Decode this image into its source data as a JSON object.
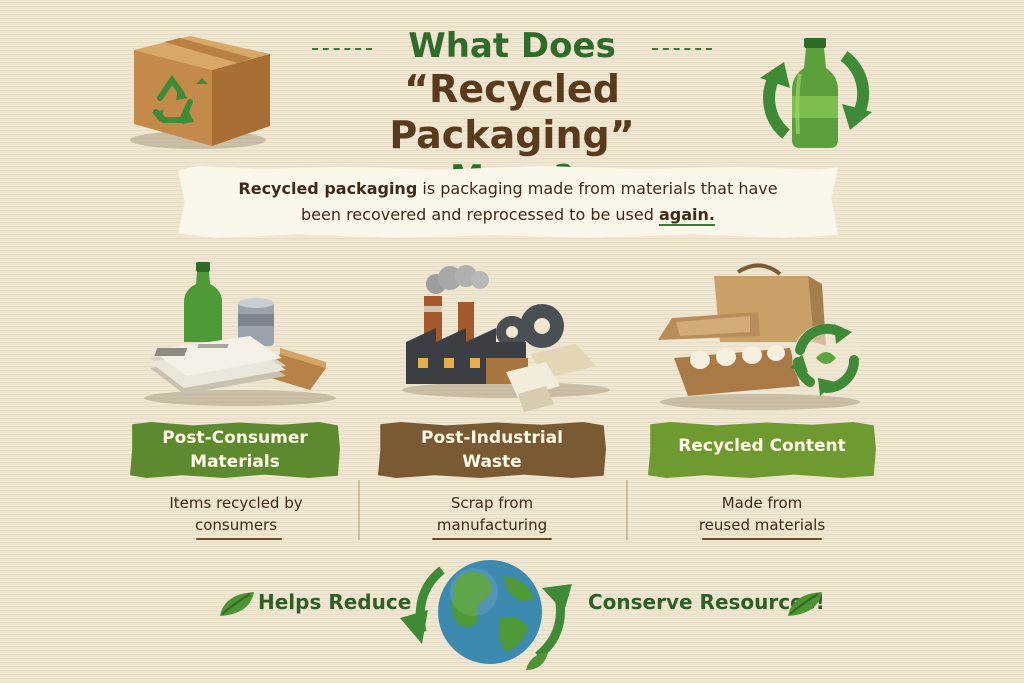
{
  "title": {
    "line1": "What Does",
    "line2": "“Recycled Packaging”",
    "line3": "Mean?"
  },
  "definition": {
    "bold_term": "Recycled packaging",
    "text_part1": " is packaging made from materials that have",
    "text_part2": "been recovered and reprocessed to be used ",
    "emphasis": "again."
  },
  "categories": [
    {
      "title_line1": "Post-Consumer",
      "title_line2": "Materials",
      "desc_line1": "Items recycled by",
      "desc_line2": "consumers",
      "color": "#5d8a2f"
    },
    {
      "title_line1": "Post-Industrial",
      "title_line2": "Waste",
      "desc_line1": "Scrap from",
      "desc_line2": "manufacturing",
      "color": "#7a5a32"
    },
    {
      "title_line1": "Recycled Content",
      "desc_line1": "Made from",
      "desc_line2": "reused materials",
      "color": "#6f9a2f"
    }
  ],
  "footer": {
    "left_text": "Helps Reduce",
    "right_text": "Conserve Resources!"
  },
  "icons": {
    "box": "recycle-box-icon",
    "bottle": "recycle-bottle-icon",
    "newspapers": "newspaper-stack-icon",
    "factory": "factory-icon",
    "egg_carton": "egg-carton-icon",
    "globe": "globe-icon"
  },
  "colors": {
    "green": "#2f6b2a",
    "brown": "#5a3a1d",
    "paper": "#efe6d2"
  }
}
